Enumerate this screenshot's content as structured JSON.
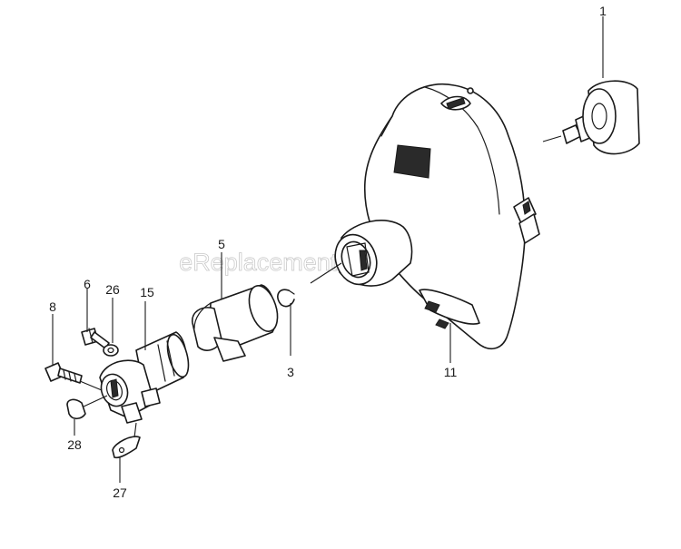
{
  "watermark": "eReplacementParts.com",
  "callouts": {
    "p1": "1",
    "p3": "3",
    "p5": "5",
    "p6": "6",
    "p8": "8",
    "p11": "11",
    "p15": "15",
    "p26": "26",
    "p27": "27",
    "p28": "28"
  }
}
